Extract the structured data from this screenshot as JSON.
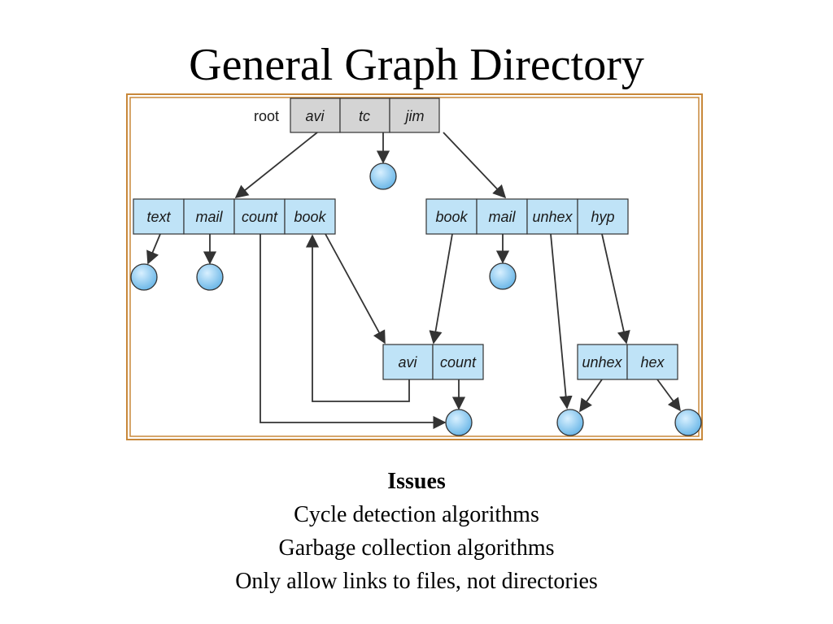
{
  "title": "General Graph Directory",
  "diagram": {
    "root_label": "root",
    "root_dir": [
      "avi",
      "tc",
      "jim"
    ],
    "left_dir": [
      "text",
      "mail",
      "count",
      "book"
    ],
    "right_dir": [
      "book",
      "mail",
      "unhex",
      "hyp"
    ],
    "avi_dir": [
      "avi",
      "count"
    ],
    "hyp_dir": [
      "unhex",
      "hex"
    ],
    "colors": {
      "frame": "#c8883a",
      "root_cell": "#d4d4d4",
      "dir_cell": "#bfe3f7",
      "file_node": "#8ccbf0",
      "stroke": "#333333"
    }
  },
  "notes": {
    "heading": "Issues",
    "items": [
      "Cycle detection algorithms",
      "Garbage collection algorithms",
      "Only allow links to files, not directories"
    ]
  }
}
